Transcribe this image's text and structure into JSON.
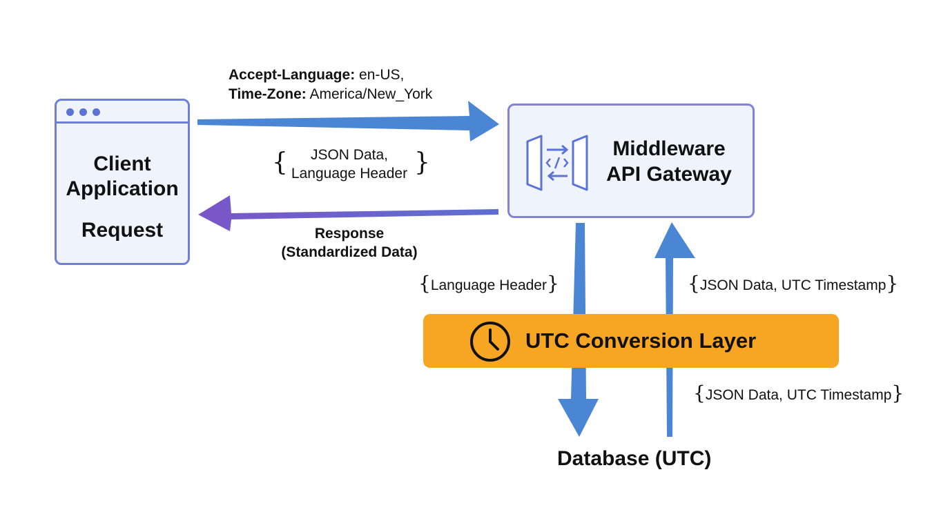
{
  "client": {
    "line1": "Client",
    "line2": "Application",
    "line3": "Request"
  },
  "gateway": {
    "line1": "Middleware",
    "line2": "API Gateway",
    "icon": "code-gateway-icon"
  },
  "request_arrow": {
    "line1_key": "Accept-Language:",
    "line1_value": " en-US,",
    "line2_key": "Time-Zone:",
    "line2_value": " America/New_York"
  },
  "response_payload": {
    "line1": "JSON Data,",
    "line2": "Language Header"
  },
  "response_arrow": {
    "line1": "Response",
    "line2": "(Standardized Data)"
  },
  "down_label": "Language Header",
  "up_label_top": "JSON Data, UTC Timestamp",
  "up_label_bottom": "JSON Data, UTC Timestamp",
  "utc_layer": {
    "label": "UTC Conversion Layer",
    "icon": "clock-icon"
  },
  "database": {
    "label": "Database (UTC)"
  },
  "colors": {
    "blue_arrow": "#4a86d4",
    "purple_arrow": "#7a56c8",
    "box_border": "#7480d6",
    "box_fill": "#eef3fc",
    "utc_fill": "#f6a623"
  }
}
